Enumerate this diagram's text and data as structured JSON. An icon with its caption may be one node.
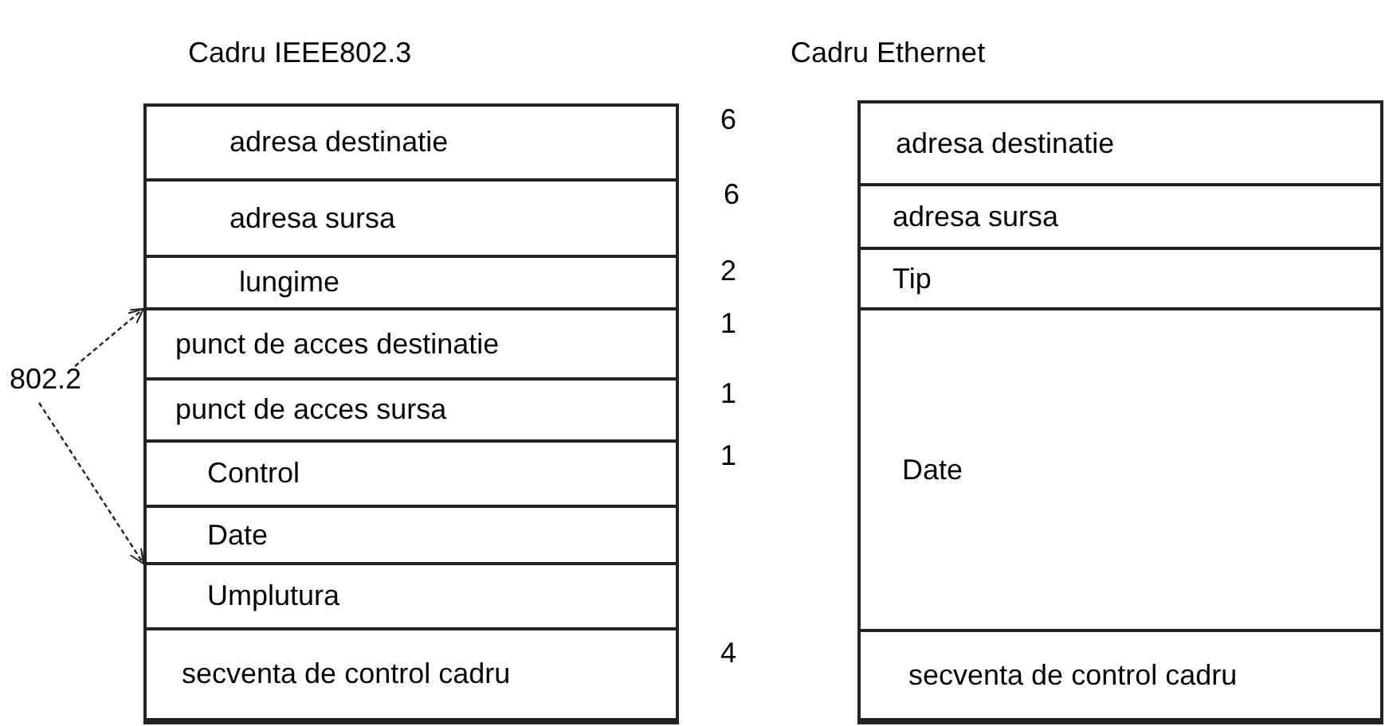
{
  "diagram": {
    "nodes": [
      {
        "text": [
          "Cadru IEEE802.3"
        ]
      },
      {
        "text": [
          "adresa destinatie"
        ],
        "in": 0,
        "beside": [
          "6"
        ]
      },
      {
        "text": [
          "adresa sursa"
        ],
        "in": 0,
        "beside": [
          "6"
        ]
      },
      {
        "text": [
          "lungime"
        ],
        "in": 0,
        "beside": [
          "2"
        ]
      },
      {
        "text": [
          "punct de acces destinatie"
        ],
        "in": 0,
        "beside": [
          "1"
        ]
      },
      {
        "text": [
          "punct de acces sursa"
        ],
        "in": 0,
        "beside": [
          "1"
        ]
      },
      {
        "text": [
          "Control"
        ],
        "in": 0,
        "beside": [
          "1"
        ]
      },
      {
        "text": [
          "Date"
        ],
        "in": 0
      },
      {
        "text": [
          "Umplutura"
        ],
        "in": 0
      },
      {
        "text": [
          "secventa de control cadru"
        ],
        "in": 0,
        "beside": [
          "4"
        ]
      },
      {
        "text": [
          "Cadru Ethernet"
        ]
      },
      {
        "text": [
          "adresa destinatie"
        ],
        "in": 10
      },
      {
        "text": [
          "adresa sursa"
        ],
        "in": 10
      },
      {
        "text": [
          "Tip"
        ],
        "in": 10
      },
      {
        "text": [
          "Date"
        ],
        "in": 10
      },
      {
        "text": [
          "secventa de control cadru"
        ],
        "in": 10
      },
      {
        "text": [
          "802.2"
        ]
      }
    ],
    "edges": [
      {
        "from": 16,
        "to": 4,
        "arrow": "to",
        "style": "dashed"
      },
      {
        "from": 16,
        "to": 7,
        "arrow": "to",
        "style": "dashed"
      }
    ]
  }
}
